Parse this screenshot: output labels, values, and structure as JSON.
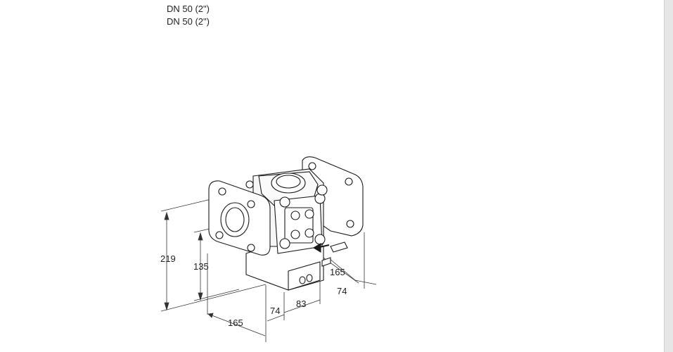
{
  "header": {
    "line1": "DN 50 (2\")",
    "line2": "DN 50 (2\")"
  },
  "dimensions": {
    "height_total": "219",
    "height_axis": "135",
    "length_front": "165",
    "offset_a": "74",
    "offset_b": "83",
    "length_side": "165",
    "offset_side": "74"
  },
  "colors": {
    "line": "#1a1a1a",
    "dim_line": "#333333",
    "fill": "#ffffff",
    "shade": "#f2f2f2"
  }
}
